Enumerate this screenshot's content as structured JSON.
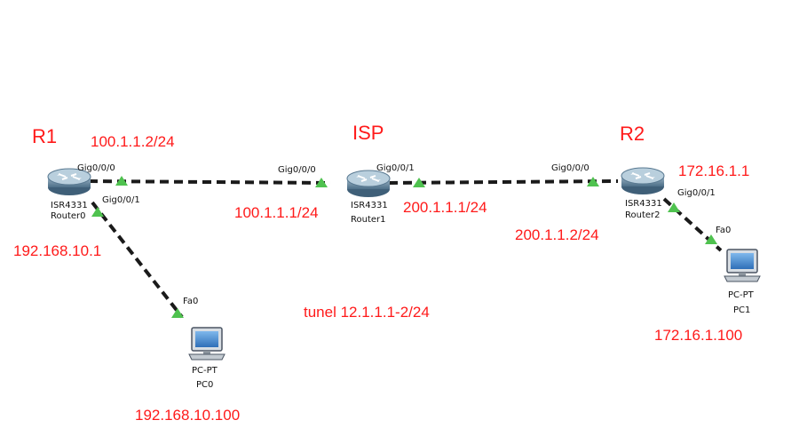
{
  "colors": {
    "annotation": "#ff1a1a",
    "link": "#1a1a1a",
    "port_up": "#4fc24f",
    "router_body": "#6f8fa5",
    "pc_screen": "#4a90d9"
  },
  "annotations": {
    "r1_name": "R1",
    "isp_name": "ISP",
    "r2_name": "R2",
    "r1_wan_ip": "100.1.1.2/24",
    "isp_left_ip": "100.1.1.1/24",
    "isp_right_ip": "200.1.1.1/24",
    "r2_wan_ip": "200.1.1.2/24",
    "r2_lan_ip": "172.16.1.1",
    "r1_lan_ip": "192.168.10.1",
    "tunnel": "tunel 12.1.1.1-2/24",
    "pc0_ip": "192.168.10.100",
    "pc1_ip": "172.16.1.100"
  },
  "devices": {
    "router0": {
      "model": "ISR4331",
      "name": "Router0",
      "icon": "router-icon"
    },
    "router1": {
      "model": "ISR4331",
      "name": "Router1",
      "icon": "router-icon"
    },
    "router2": {
      "model": "ISR4331",
      "name": "Router2",
      "icon": "router-icon"
    },
    "pc0": {
      "model": "PC-PT",
      "name": "PC0",
      "icon": "pc-icon"
    },
    "pc1": {
      "model": "PC-PT",
      "name": "PC1",
      "icon": "pc-icon"
    }
  },
  "ports": {
    "r0_g000": "Gig0/0/0",
    "r0_g001": "Gig0/0/1",
    "r1_g000": "Gig0/0/0",
    "r1_g001": "Gig0/0/1",
    "r2_g000": "Gig0/0/0",
    "r2_g001": "Gig0/0/1",
    "pc0_fa0": "Fa0",
    "pc1_fa0": "Fa0"
  }
}
